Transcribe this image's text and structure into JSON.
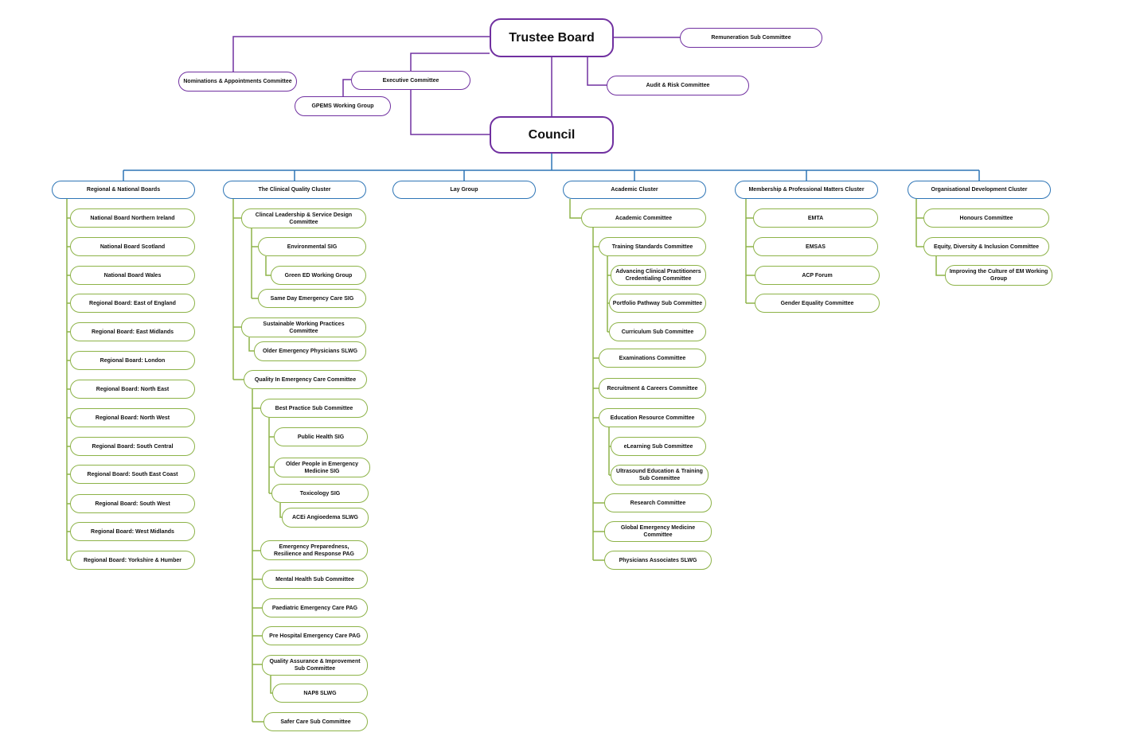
{
  "diagram": {
    "top": {
      "trustee_board": "Trustee Board",
      "council": "Council",
      "remuneration": "Remuneration Sub Committee",
      "nominations": "Nominations & Appointments Committee",
      "executive": "Executive Committee",
      "gpems": "GPEMS Working Group",
      "audit": "Audit & Risk Committee"
    },
    "clusters": {
      "regional": {
        "title": "Regional & National Boards",
        "items": [
          "National Board Northern Ireland",
          "National Board Scotland",
          "National Board Wales",
          "Regional Board: East of England",
          "Regional Board: East Midlands",
          "Regional Board: London",
          "Regional Board: North East",
          "Regional Board: North West",
          "Regional Board: South Central",
          "Regional Board: South East Coast",
          "Regional Board: South West",
          "Regional Board: West Midlands",
          "Regional Board: Yorkshire & Humber"
        ]
      },
      "clinical": {
        "title": "The Clinical Quality Cluster",
        "clsd": "Clincal Leadership & Service Design Committee",
        "environmental": "Environmental SIG",
        "green_ed": "Green ED Working Group",
        "same_day": "Same Day Emergency Care SIG",
        "sustainable": "Sustainable Working Practices Committee",
        "older_emergency": "Older Emergency Physicians SLWG",
        "quality_committee": "Quality In Emergency Care Committee",
        "best_practice": "Best Practice Sub Committee",
        "public_health": "Public Health SIG",
        "older_people": "Older People in Emergency Medicine SIG",
        "toxicology": "Toxicology SIG",
        "acei": "ACEi Angioedema SLWG",
        "emergency_prep": "Emergency Preparedness, Resilience and Response PAG",
        "mental_health": "Mental Health Sub Committee",
        "paediatric": "Paediatric Emergency Care PAG",
        "pre_hospital": "Pre Hospital Emergency Care PAG",
        "quality_assurance": "Quality Assurance & Improvement Sub Committee",
        "nap8": "NAP8 SLWG",
        "safer_care": "Safer Care Sub Committee"
      },
      "lay": {
        "title": "Lay Group"
      },
      "academic": {
        "title": "Academic Cluster",
        "academic_committee": "Academic Committee",
        "training_standards": "Training Standards Committee",
        "advancing": "Advancing Clinical Practitioners Credentialing Committee",
        "portfolio": "Portfolio Pathway Sub Committee",
        "curriculum": "Curriculum Sub Committee",
        "examinations": "Examinations Committee",
        "recruitment": "Recruitment & Careers Committee",
        "education_resource": "Education Resource Committee",
        "elearning": "eLearning Sub Committee",
        "ultrasound": "Ultrasound Education & Training Sub Committee",
        "research": "Research Committee",
        "global_em": "Global Emergency Medicine Committee",
        "physicians_associates": "Physicians Associates SLWG"
      },
      "membership": {
        "title": "Membership & Professional Matters Cluster",
        "items": [
          "EMTA",
          "EMSAS",
          "ACP Forum",
          "Gender Equality Committee"
        ]
      },
      "org": {
        "title": "Organisational Development Cluster",
        "honours": "Honours Committee",
        "edi": "Equity, Diversity & Inclusion Committee",
        "culture": "Improving the Culture of EM Working Group"
      }
    }
  },
  "colors": {
    "governance_purple": "#7030a0",
    "cluster_blue": "#2e75b6",
    "committee_green": "#8db348"
  }
}
